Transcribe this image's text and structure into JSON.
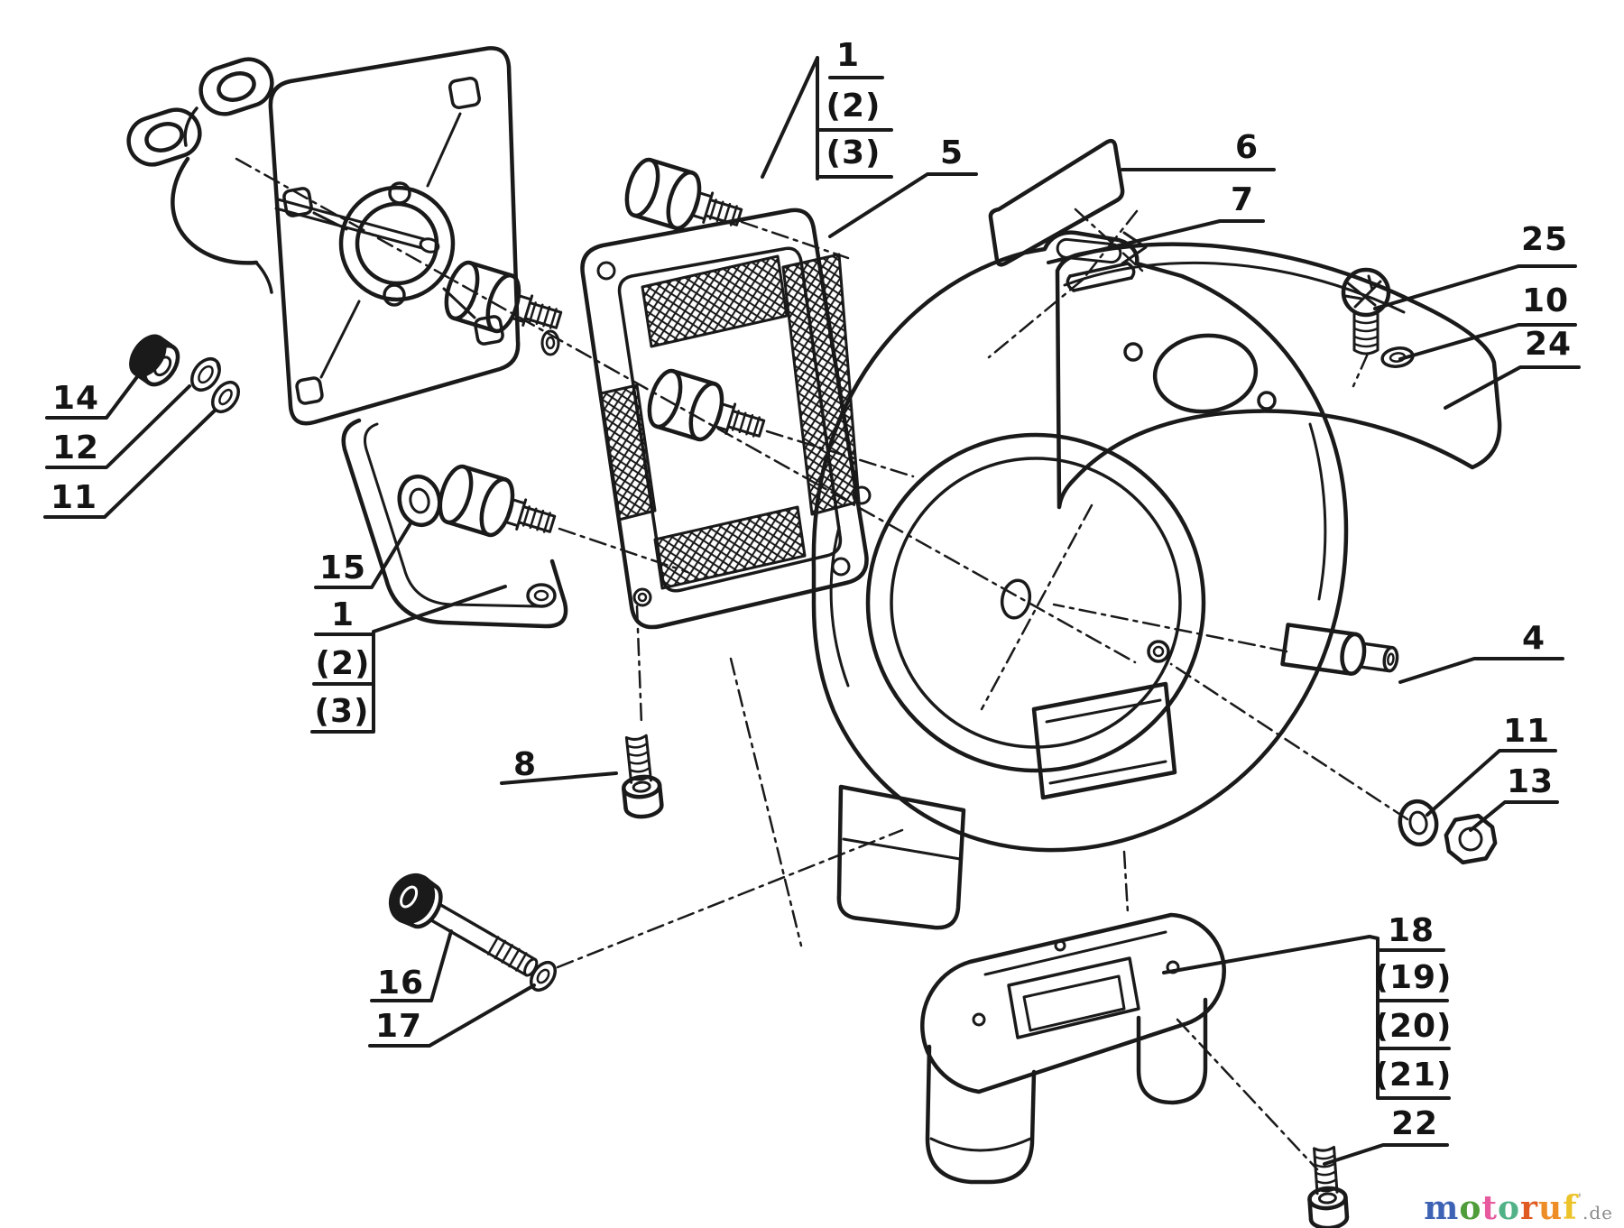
{
  "canvas": {
    "background": "#ffffff",
    "line_color": "#1a1a1a"
  },
  "callouts": [
    {
      "id": "top-1",
      "text": "1"
    },
    {
      "id": "top-2",
      "text": "(2)"
    },
    {
      "id": "top-3",
      "text": "(3)"
    },
    {
      "id": "screen-5",
      "text": "5"
    },
    {
      "id": "plate-6",
      "text": "6"
    },
    {
      "id": "housing-7",
      "text": "7"
    },
    {
      "id": "screw-25",
      "text": "25"
    },
    {
      "id": "washer-10",
      "text": "10"
    },
    {
      "id": "cover-24",
      "text": "24"
    },
    {
      "id": "bolt-14",
      "text": "14"
    },
    {
      "id": "lockwasher-12",
      "text": "12"
    },
    {
      "id": "washer-11-left",
      "text": "11"
    },
    {
      "id": "bracket-15",
      "text": "15"
    },
    {
      "id": "mid-1",
      "text": "1"
    },
    {
      "id": "mid-2",
      "text": "(2)"
    },
    {
      "id": "mid-3",
      "text": "(3)"
    },
    {
      "id": "screw-8",
      "text": "8"
    },
    {
      "id": "pin-4",
      "text": "4"
    },
    {
      "id": "washer-11-right",
      "text": "11"
    },
    {
      "id": "nut-13",
      "text": "13"
    },
    {
      "id": "bolt-16",
      "text": "16"
    },
    {
      "id": "washer-17",
      "text": "17"
    },
    {
      "id": "base-18",
      "text": "18"
    },
    {
      "id": "base-19",
      "text": "(19)"
    },
    {
      "id": "base-20",
      "text": "(20)"
    },
    {
      "id": "base-21",
      "text": "(21)"
    },
    {
      "id": "screw-22",
      "text": "22"
    }
  ],
  "watermark": {
    "letters": [
      {
        "ch": "m",
        "color": "#3e63b5"
      },
      {
        "ch": "o",
        "color": "#4e9c3a"
      },
      {
        "ch": "t",
        "color": "#e85a9e"
      },
      {
        "ch": "o",
        "color": "#52b287"
      },
      {
        "ch": "r",
        "color": "#e05b21"
      },
      {
        "ch": "u",
        "color": "#ee8d25"
      },
      {
        "ch": "f",
        "color": "#edc32a"
      }
    ],
    "mark": "'",
    "mark_color": "#b0b0b0",
    "suffix": ".de",
    "suffix_color": "#8c8c8c"
  }
}
